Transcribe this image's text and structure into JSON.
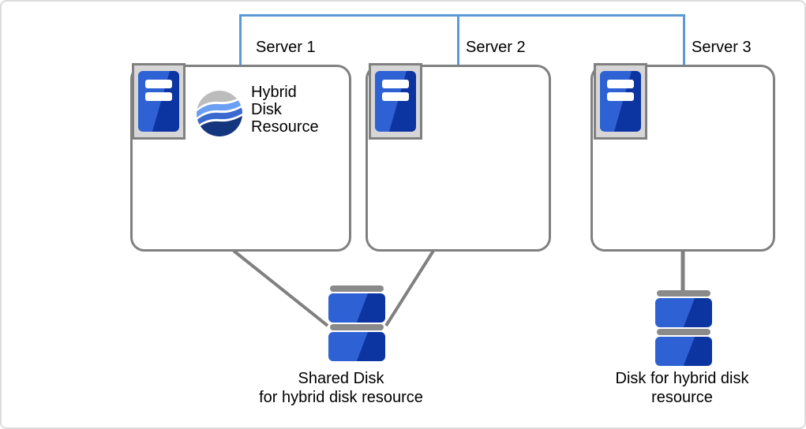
{
  "diagram": {
    "servers": [
      {
        "label": "Server 1"
      },
      {
        "label": "Server 2"
      },
      {
        "label": "Server 3"
      }
    ],
    "hybrid_resource": {
      "label": "Hybrid\nDisk\nResource"
    },
    "shared_disk": {
      "label": "Shared Disk\nfor hybrid disk resource"
    },
    "hybrid_disk": {
      "label": "Disk for hybrid disk\nresource"
    },
    "colors": {
      "link_blue": "#5B9BD5",
      "line_gray": "#808080",
      "box_border": "#808080",
      "icon_tray": "#d6d6d6",
      "server_blue_light": "#2E62D4",
      "server_blue_dark": "#0D35A2",
      "disk_pill_gray": "#8a8a8a",
      "wave_gray": "#bcbcbc",
      "wave_light_blue": "#6b9ff3",
      "wave_mid_blue": "#3a6ad0",
      "wave_dark_blue": "#14367f",
      "text_color": "#000000"
    }
  }
}
